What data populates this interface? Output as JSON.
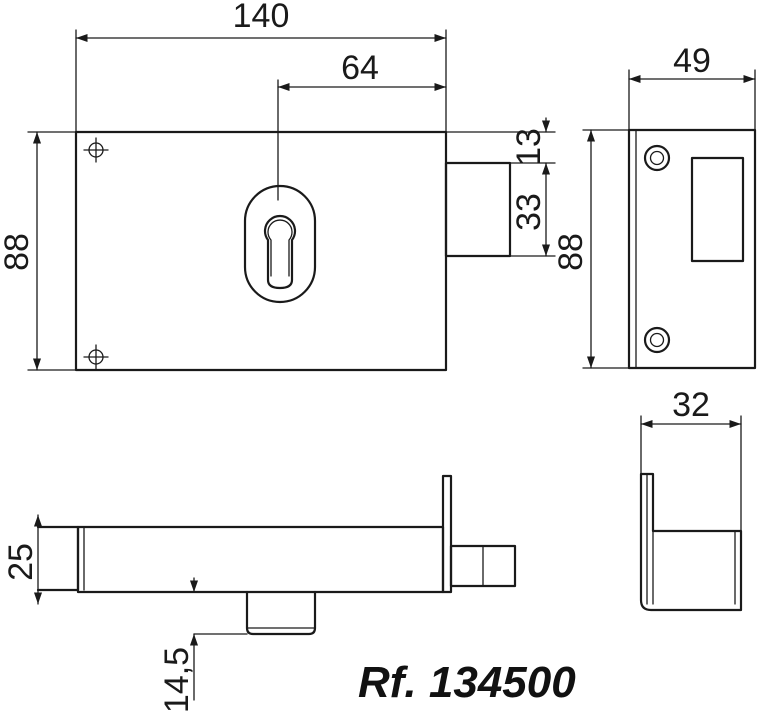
{
  "drawing": {
    "reference": "Rf. 134500",
    "dimensions": {
      "width_total": "140",
      "cylinder_offset": "64",
      "height_left": "88",
      "bolt_top_offset": "13",
      "bolt_height": "33",
      "height_strike": "88",
      "strike_width": "49",
      "strike_depth": "32",
      "case_depth": "25",
      "cylinder_projection": "14,5"
    }
  }
}
